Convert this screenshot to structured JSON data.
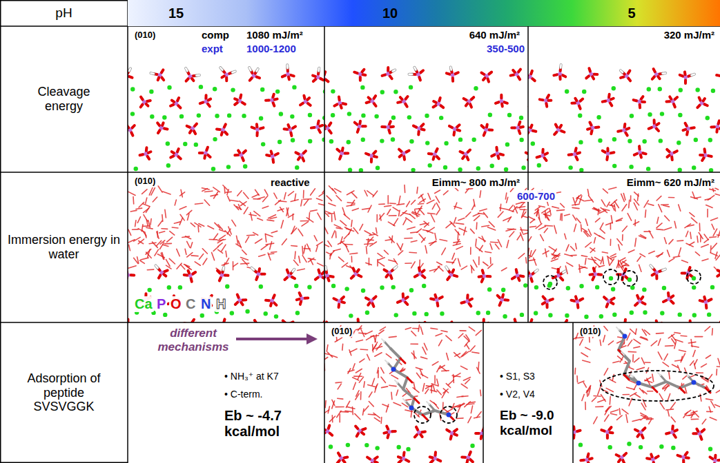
{
  "diagram": {
    "nodes": [
      {
        "text": [
          "pH"
        ]
      },
      {
        "text": [
          "15",
          "10",
          "5"
        ]
      },
      {
        "text": [
          "Cleavage energy"
        ]
      },
      {
        "text": [
          "(010)",
          "comp",
          "1080 mJ/m²",
          "expt",
          "1000-1200"
        ]
      },
      {
        "text": [
          "640 mJ/m²"
        ]
      },
      {
        "text": [
          "320 mJ/m²"
        ]
      },
      {
        "text": [
          "Immersion energy in water"
        ]
      },
      {
        "text": [
          "(010)",
          "reactive",
          "Ca",
          "P",
          "O",
          "C",
          "N",
          "H"
        ]
      },
      {
        "text": [
          "Eimm~ 800 mJ/m²"
        ]
      },
      {
        "text": [
          "Eimm~ 620 mJ/m²"
        ]
      },
      {
        "text": [
          "Adsorption of peptide SVSVGGK"
        ]
      },
      {
        "text": [
          "different mechanisms",
          "• NH₃⁺ at K7",
          "• C-term.",
          "Eb ~ -4.7 kcal/mol"
        ]
      },
      {
        "text": [
          "(010)"
        ]
      },
      {
        "text": [
          "• S1, S3",
          "• V2, V4",
          "Eb ~ -9.0 kcal/mol"
        ]
      },
      {
        "text": [
          "(010)"
        ]
      }
    ],
    "labels": [
      "350-500",
      "600-700"
    ]
  }
}
